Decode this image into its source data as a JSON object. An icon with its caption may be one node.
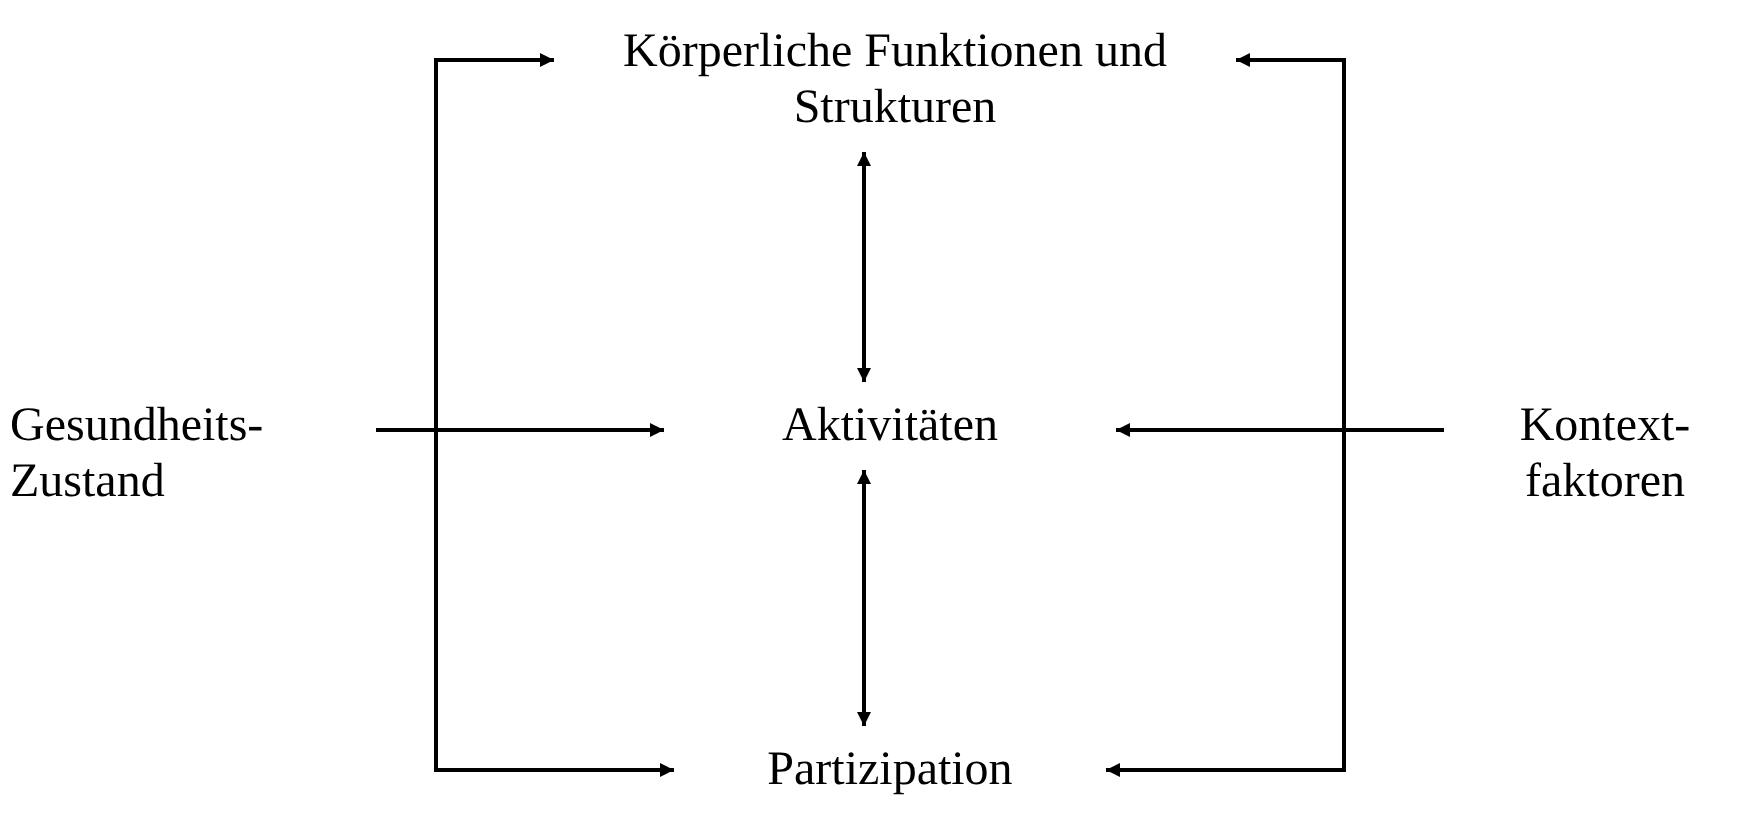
{
  "diagram": {
    "nodes": [
      {
        "text": [
          "Körperliche Funktionen und Strukturen"
        ]
      },
      {
        "text": [
          "Aktivitäten"
        ]
      },
      {
        "text": [
          "Partizipation"
        ]
      },
      {
        "text": [
          "Gesundheits- Zustand"
        ]
      },
      {
        "text": [
          "Kontext- faktoren"
        ]
      }
    ],
    "edges": [
      {
        "from": 0,
        "to": 1,
        "arrow": "both"
      },
      {
        "from": 1,
        "to": 2,
        "arrow": "both"
      },
      {
        "from": 3,
        "to": 0,
        "arrow": "to"
      },
      {
        "from": 3,
        "to": 1,
        "arrow": "to"
      },
      {
        "from": 3,
        "to": 2,
        "arrow": "to"
      },
      {
        "from": 4,
        "to": 0,
        "arrow": "to"
      },
      {
        "from": 4,
        "to": 1,
        "arrow": "to"
      },
      {
        "from": 4,
        "to": 2,
        "arrow": "to"
      }
    ]
  }
}
